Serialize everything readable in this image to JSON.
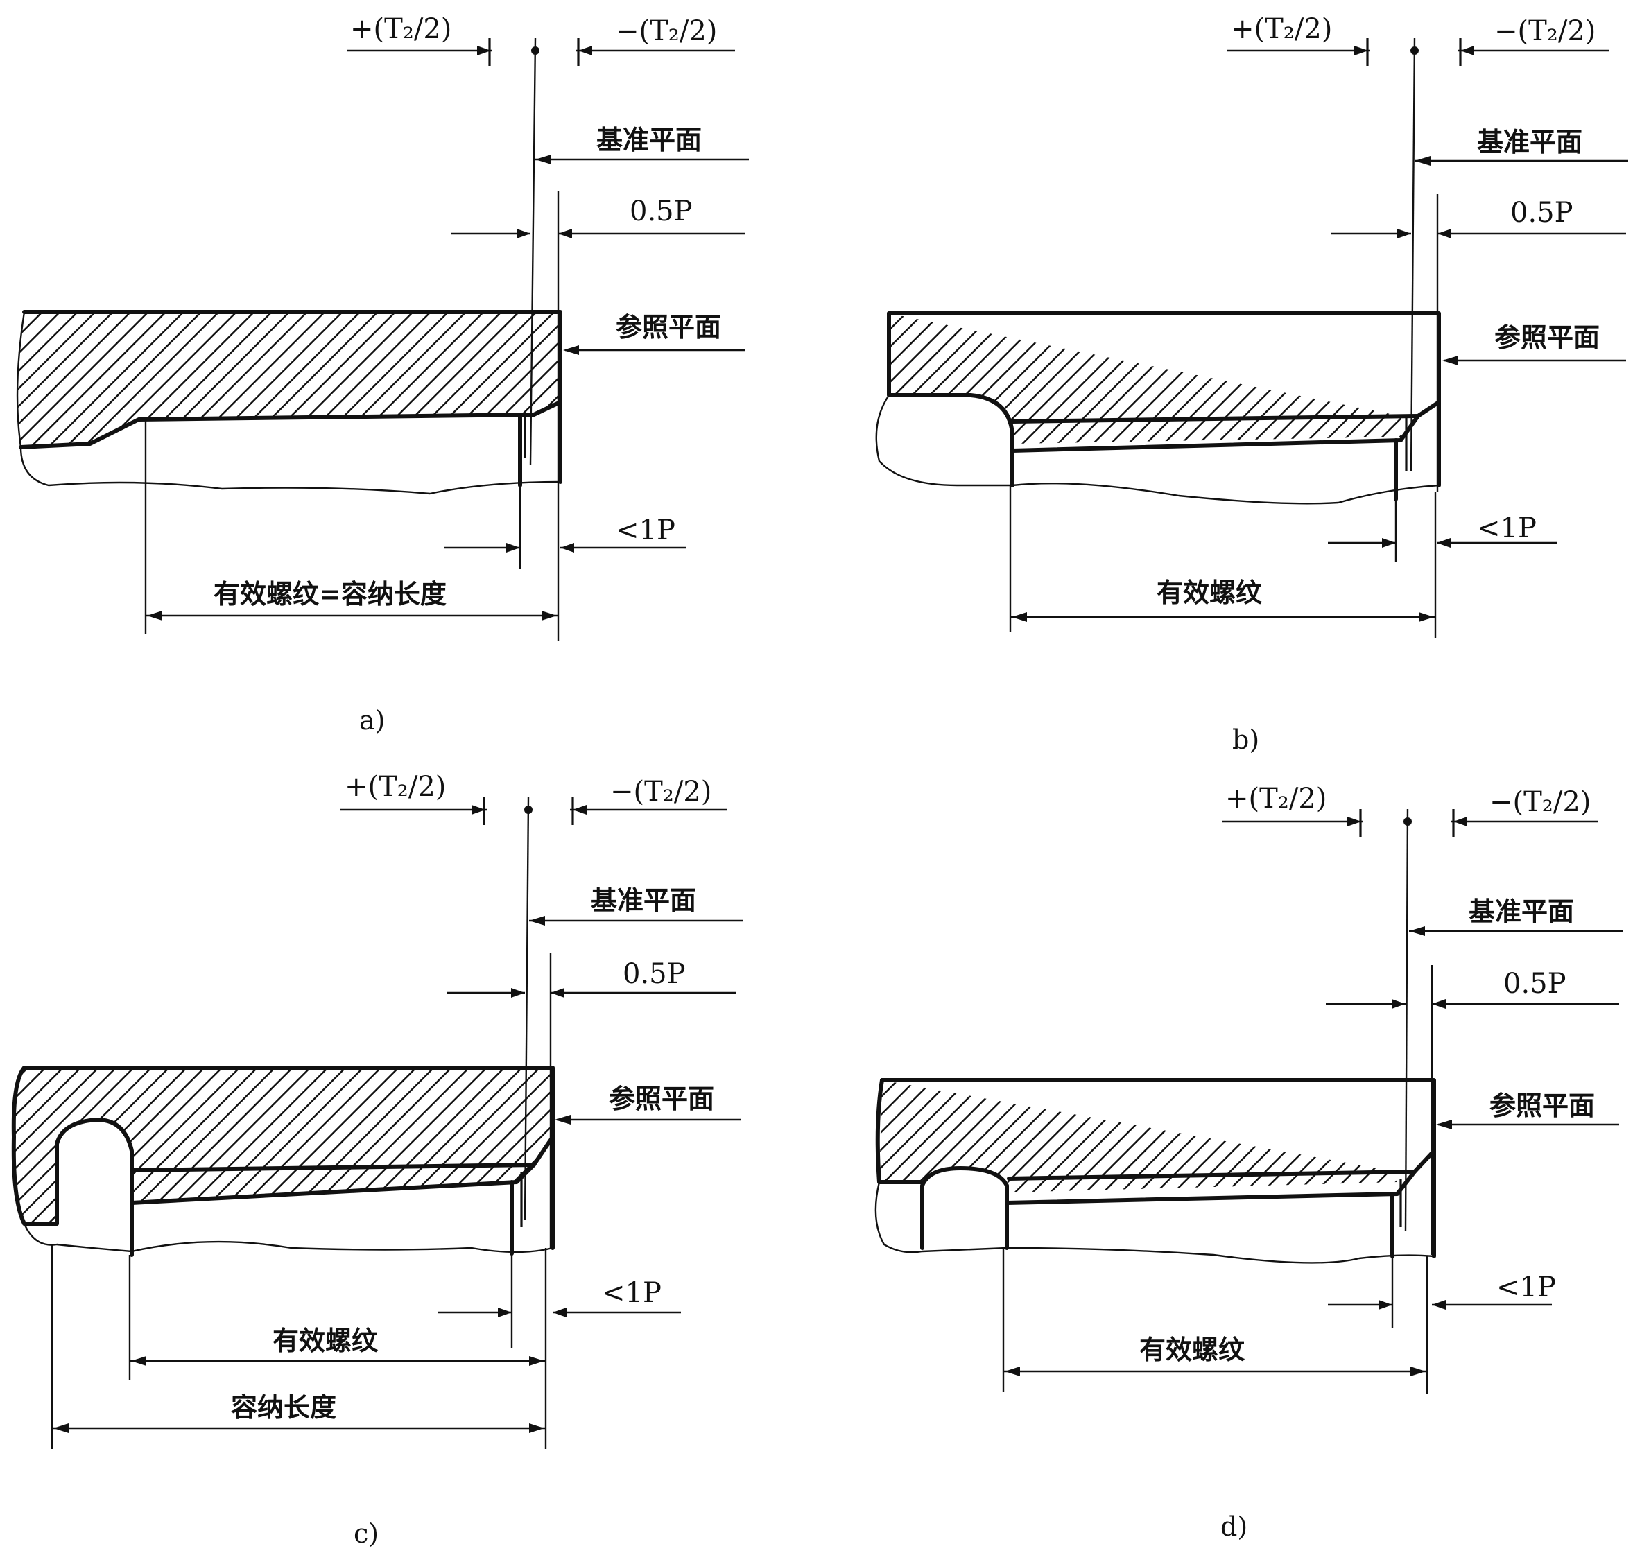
{
  "labels": {
    "tol_plus": "+(T₂/2)",
    "tol_minus": "−(T₂/2)",
    "gauge_plane": "基准平面",
    "half_pitch": "0.5P",
    "reference_plane": "参照平面",
    "less_one_pitch": "<1P",
    "useful_thread": "有效螺纹",
    "useful_eq_accommodation": "有效螺纹=容纳长度",
    "accommodation_length": "容纳长度"
  },
  "panels": [
    {
      "id": "a",
      "caption": "a)"
    },
    {
      "id": "b",
      "caption": "b)"
    },
    {
      "id": "c",
      "caption": "c)"
    },
    {
      "id": "d",
      "caption": "d)"
    }
  ],
  "colors": {
    "ink": "#111111",
    "paper": "#ffffff"
  }
}
